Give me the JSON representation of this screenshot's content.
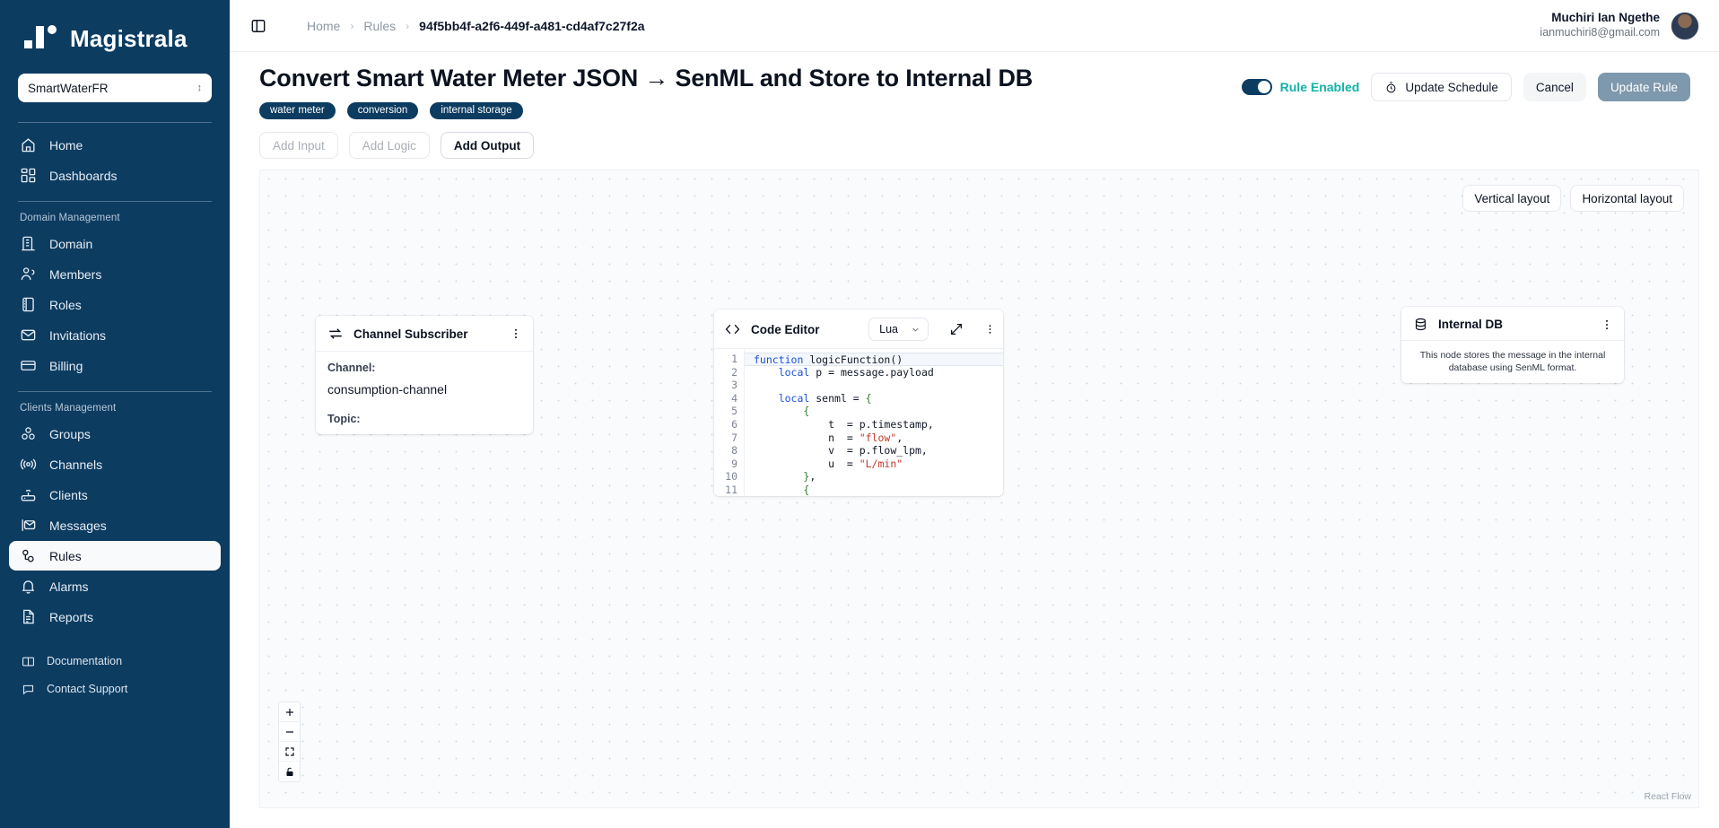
{
  "brand": {
    "name": "Magistrala",
    "logo_icon": "magistrala-logo-icon"
  },
  "domain_selector": {
    "value": "SmartWaterFR",
    "caret_icon": "chevron-updown-icon"
  },
  "sidebar": {
    "top_items": [
      {
        "label": "Home",
        "icon": "home-icon"
      },
      {
        "label": "Dashboards",
        "icon": "dashboards-icon"
      }
    ],
    "sections": [
      {
        "label": "Domain Management",
        "items": [
          {
            "label": "Domain",
            "icon": "building-icon"
          },
          {
            "label": "Members",
            "icon": "members-icon"
          },
          {
            "label": "Roles",
            "icon": "roles-icon"
          },
          {
            "label": "Invitations",
            "icon": "envelope-icon"
          },
          {
            "label": "Billing",
            "icon": "credit-card-icon"
          }
        ]
      },
      {
        "label": "Clients Management",
        "items": [
          {
            "label": "Groups",
            "icon": "groups-icon"
          },
          {
            "label": "Channels",
            "icon": "broadcast-icon"
          },
          {
            "label": "Clients",
            "icon": "device-icon"
          },
          {
            "label": "Messages",
            "icon": "message-icon"
          },
          {
            "label": "Rules",
            "icon": "rules-icon",
            "active": true
          },
          {
            "label": "Alarms",
            "icon": "bell-icon"
          },
          {
            "label": "Reports",
            "icon": "report-icon"
          }
        ]
      }
    ],
    "footer_items": [
      {
        "label": "Documentation",
        "icon": "book-icon"
      },
      {
        "label": "Contact Support",
        "icon": "chat-icon"
      }
    ]
  },
  "topbar": {
    "panel_toggle_icon": "panel-toggle-icon",
    "breadcrumb": [
      "Home",
      "Rules",
      "94f5bb4f-a2f6-449f-a481-cd4af7c27f2a"
    ],
    "separator": "›",
    "user": {
      "name": "Muchiri Ian Ngethe",
      "email": "ianmuchiri8@gmail.com"
    }
  },
  "page": {
    "title": "Convert Smart Water Meter JSON → SenML and Store to Internal DB",
    "tags": [
      "water meter",
      "conversion",
      "internal storage"
    ],
    "toggle_label": "Rule Enabled",
    "toggle_on": true,
    "buttons": {
      "update_schedule": "Update Schedule",
      "update_schedule_icon": "stopwatch-icon",
      "cancel": "Cancel",
      "update_rule": "Update Rule"
    },
    "tabs": [
      {
        "label": "Add Input",
        "active": false
      },
      {
        "label": "Add Logic",
        "active": false
      },
      {
        "label": "Add Output",
        "active": true
      }
    ]
  },
  "canvas": {
    "layout_buttons": [
      "Vertical layout",
      "Horizontal layout"
    ],
    "credit": "React Flow",
    "zoom_controls": [
      "zoom-in-icon",
      "zoom-out-icon",
      "fit-view-icon",
      "lock-icon"
    ],
    "nodes": {
      "subscriber": {
        "title": "Channel Subscriber",
        "icon": "exchange-arrows-icon",
        "kebab_icon": "more-vertical-icon",
        "channel_label": "Channel:",
        "channel_value": "consumption-channel",
        "topic_label": "Topic:",
        "topic_value": ""
      },
      "code": {
        "title": "Code Editor",
        "icon": "code-brackets-icon",
        "language": "Lua",
        "language_caret_icon": "chevron-down-icon",
        "expand_icon": "expand-diagonal-icon",
        "kebab_icon": "more-vertical-icon",
        "lines": [
          {
            "n": "1",
            "text": "function logicFunction()"
          },
          {
            "n": "2",
            "text": "    local p = message.payload"
          },
          {
            "n": "3",
            "text": ""
          },
          {
            "n": "4",
            "text": "    local senml = {"
          },
          {
            "n": "5",
            "text": "        {"
          },
          {
            "n": "6",
            "text": "            t  = p.timestamp,"
          },
          {
            "n": "7",
            "text": "            n  = \"flow\","
          },
          {
            "n": "8",
            "text": "            v  = p.flow_lpm,"
          },
          {
            "n": "9",
            "text": "            u  = \"L/min\""
          },
          {
            "n": "10",
            "text": "        },"
          },
          {
            "n": "11",
            "text": "        {"
          }
        ]
      },
      "db": {
        "title": "Internal DB",
        "icon": "database-icon",
        "kebab_icon": "more-vertical-icon",
        "description": "This node stores the message in the internal database using SenML format."
      }
    }
  },
  "colors": {
    "sidebar_bg": "#0d3c61",
    "accent_teal": "#11b3a8",
    "primary_button": "#7e98ad",
    "tag_bg": "#0d3c61"
  }
}
